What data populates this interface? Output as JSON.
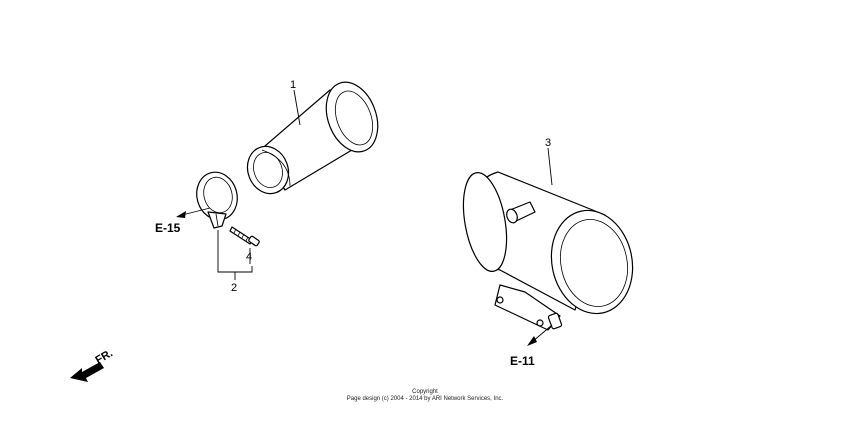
{
  "callouts": {
    "part_1": "1",
    "part_2": "2",
    "part_3": "3",
    "part_4": "4"
  },
  "references": {
    "left": "E-15",
    "bottom": "E-11"
  },
  "direction": {
    "label": "FR."
  },
  "footer": {
    "line1": "Copyright",
    "line2": "Page design (c) 2004 - 2014 by ARI Network Services, Inc."
  },
  "icons": [
    "front-direction-arrow-icon",
    "reference-arrow-icon"
  ]
}
